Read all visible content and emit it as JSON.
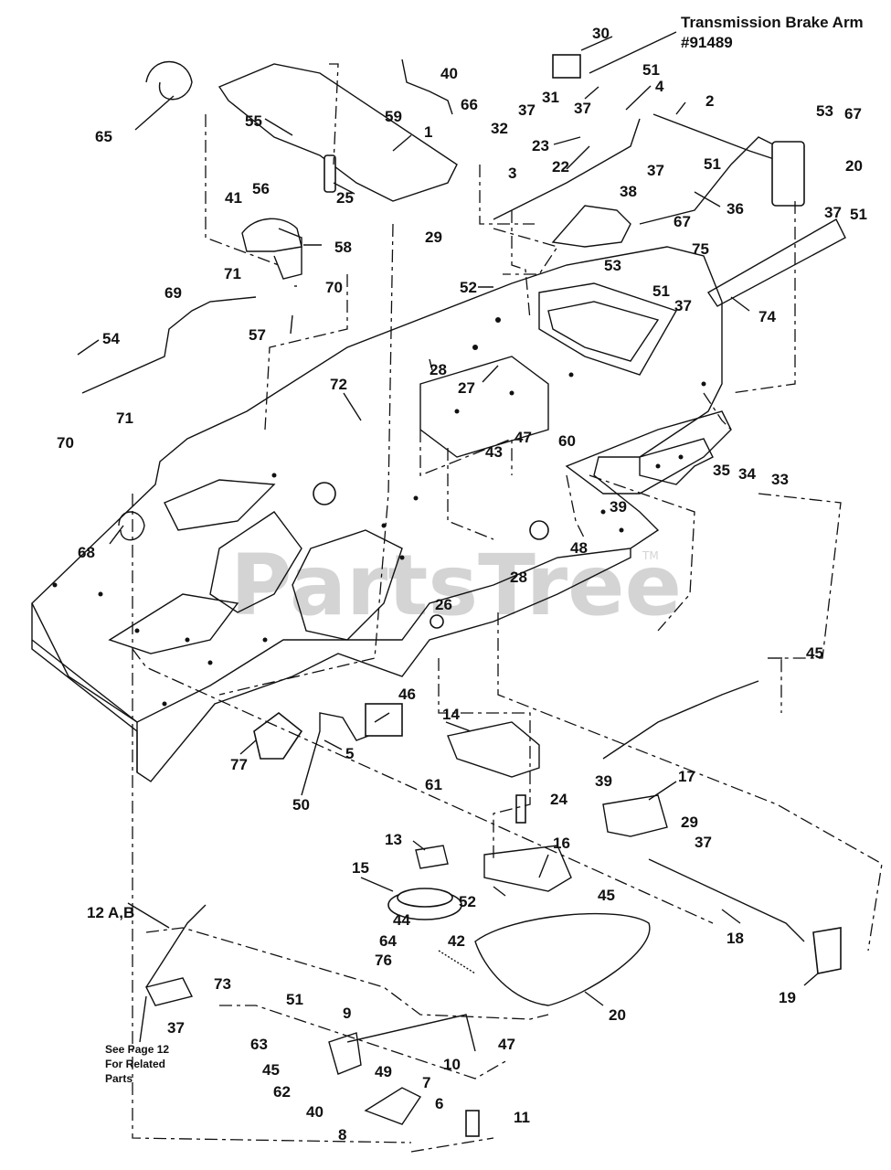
{
  "title": {
    "line1": "Transmission Brake Arm",
    "line2": "#91489"
  },
  "watermark": {
    "text": "PartsTree",
    "trademark": "TM"
  },
  "note": {
    "line1": "See Page 12",
    "line2": "For Related",
    "line3": "Parts"
  },
  "callouts": [
    "30",
    "40",
    "66",
    "65",
    "55",
    "59",
    "1",
    "25",
    "29",
    "56",
    "41",
    "58",
    "71",
    "70",
    "69",
    "57",
    "54",
    "71",
    "70",
    "72",
    "28",
    "27",
    "52",
    "32",
    "37",
    "31",
    "37",
    "51",
    "4",
    "2",
    "23",
    "22",
    "3",
    "37",
    "51",
    "36",
    "53",
    "67",
    "20",
    "37",
    "51",
    "38",
    "67",
    "75",
    "53",
    "51",
    "37",
    "74",
    "47",
    "43",
    "60",
    "48",
    "39",
    "28",
    "26",
    "35",
    "34",
    "33",
    "68",
    "45",
    "46",
    "77",
    "5",
    "50",
    "14",
    "61",
    "24",
    "17",
    "39",
    "29",
    "37",
    "13",
    "15",
    "16",
    "52",
    "44",
    "64",
    "42",
    "76",
    "45",
    "18",
    "19",
    "12 A,B",
    "73",
    "37",
    "51",
    "9",
    "47",
    "10",
    "63",
    "49",
    "45",
    "62",
    "7",
    "40",
    "8",
    "6",
    "11",
    "20"
  ]
}
